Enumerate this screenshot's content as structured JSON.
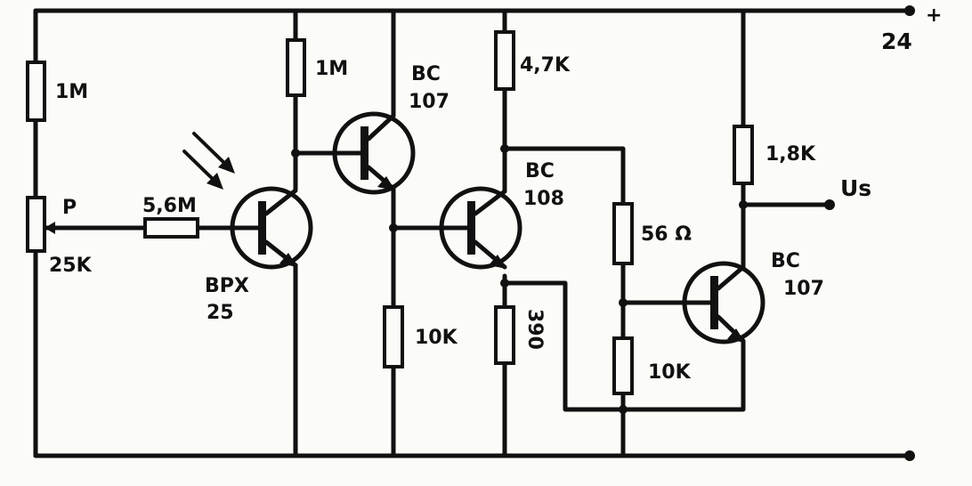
{
  "supply": {
    "plus_sign": "+",
    "voltage": "24"
  },
  "output": {
    "label": "Us"
  },
  "pot": {
    "label": "P",
    "value": "25K"
  },
  "resistors": {
    "r_left_top": "1M",
    "r_bpx_collector": "1M",
    "r_series_base": "5,6M",
    "r_q3_collector": "4,7K",
    "r_q2_emitter": "10K",
    "r_q3_emitter": "390",
    "r_divider_top": "56 Ω",
    "r_divider_bottom": "10K",
    "r_q4_collector": "1,8K"
  },
  "transistors": {
    "photo": {
      "type": "BPX",
      "number": "25"
    },
    "q2": {
      "type": "BC",
      "number": "107"
    },
    "q3": {
      "type": "BC",
      "number": "108"
    },
    "q4": {
      "type": "BC",
      "number": "107"
    }
  },
  "icons": [
    "light-arrows-icon",
    "npn-transistor-icon",
    "resistor-icon",
    "potentiometer-icon",
    "terminal-dot-icon"
  ]
}
